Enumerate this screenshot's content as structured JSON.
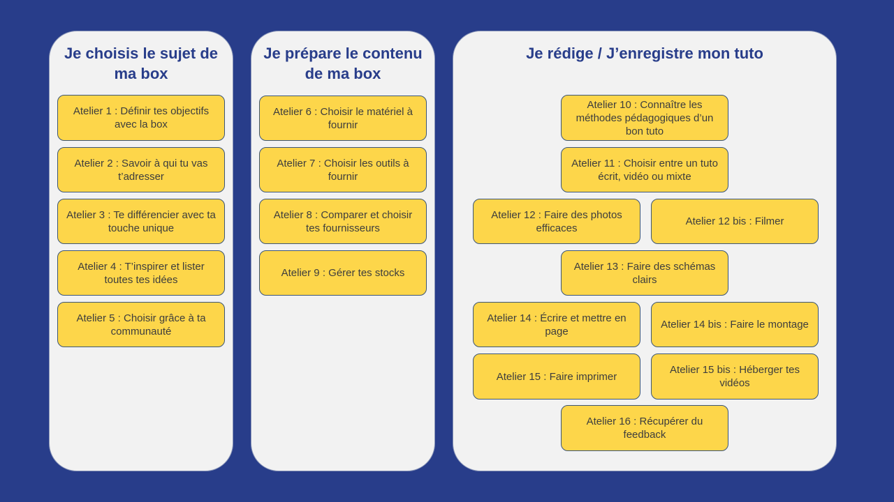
{
  "colors": {
    "background": "#283d8a",
    "panel": "#f2f2f2",
    "card": "#fdd64a",
    "title": "#283d8a"
  },
  "columns": [
    {
      "title": "Je choisis le sujet de ma box",
      "ateliers": [
        "Atelier 1 : Définir tes objectifs avec la box",
        "Atelier 2 : Savoir à qui tu vas t’adresser",
        "Atelier 3 : Te différencier avec ta touche unique",
        "Atelier 4 : T’inspirer et lister toutes tes idées",
        "Atelier 5 : Choisir grâce à ta communauté"
      ]
    },
    {
      "title": "Je prépare le contenu de ma box",
      "ateliers": [
        "Atelier 6 : Choisir le matériel à fournir",
        "Atelier 7 : Choisir les outils à fournir",
        "Atelier 8 : Comparer et choisir tes fournisseurs",
        "Atelier 9 : Gérer tes stocks"
      ]
    },
    {
      "title": "Je rédige / J’enregistre mon tuto",
      "ateliers": [
        "Atelier 10 : Connaître les méthodes pédagogiques d’un bon tuto",
        "Atelier 11 : Choisir entre un tuto écrit, vidéo ou mixte",
        "Atelier 12 : Faire des photos efficaces",
        "Atelier 12 bis : Filmer",
        "Atelier 13 : Faire des schémas clairs",
        "Atelier 14 : Écrire et mettre en page",
        "Atelier 14 bis : Faire le montage",
        "Atelier 15 : Faire imprimer",
        "Atelier 15 bis : Héberger tes vidéos",
        "Atelier 16 : Récupérer du feedback"
      ]
    }
  ]
}
